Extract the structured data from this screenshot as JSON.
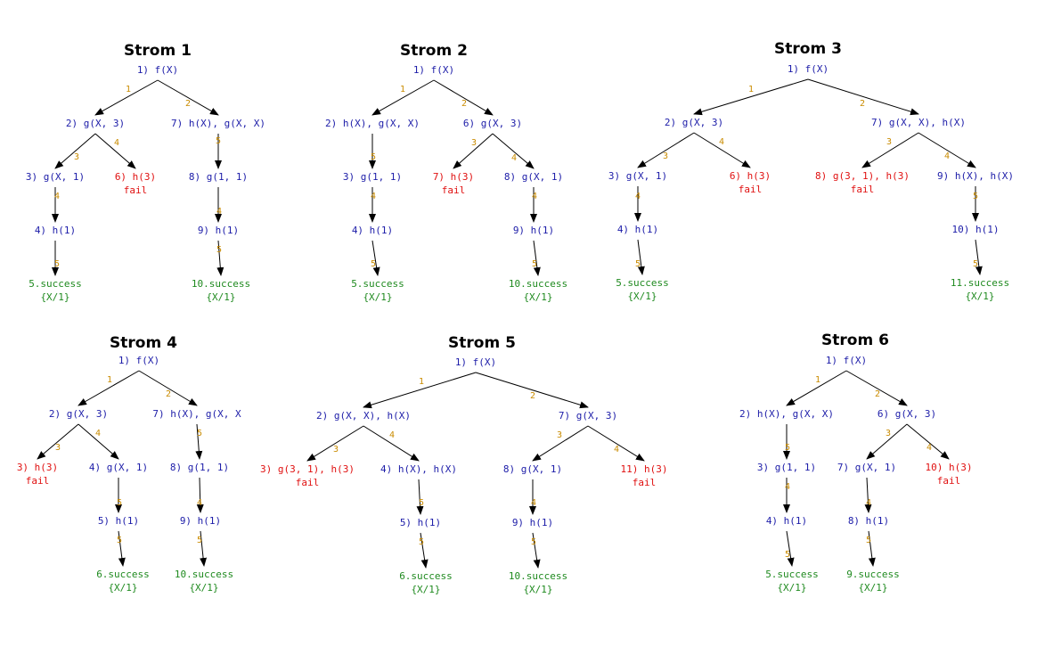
{
  "colors": {
    "goal": "#1c1ca8",
    "fail": "#e01010",
    "success": "#1f8a1f",
    "edge_label": "#c98b00",
    "edge": "#000000"
  },
  "trees": [
    {
      "title": "Strom 1",
      "nodes": [
        {
          "id": "a",
          "text": "1) f(X)",
          "color": "blue"
        },
        {
          "id": "b",
          "text": "2) g(X, 3)",
          "color": "blue"
        },
        {
          "id": "c",
          "text": "7) h(X), g(X, X)",
          "color": "blue"
        },
        {
          "id": "d",
          "text": "3) g(X, 1)",
          "color": "blue"
        },
        {
          "id": "e",
          "text": "6) h(3)",
          "color": "red",
          "sub": "fail"
        },
        {
          "id": "f",
          "text": "8) g(1, 1)",
          "color": "blue"
        },
        {
          "id": "g",
          "text": "4) h(1)",
          "color": "blue"
        },
        {
          "id": "h",
          "text": "9) h(1)",
          "color": "blue"
        },
        {
          "id": "i",
          "text": "5.success",
          "color": "green",
          "sub": "{X/1}"
        },
        {
          "id": "j",
          "text": "10.success",
          "color": "green",
          "sub": "{X/1}"
        }
      ],
      "edges": [
        {
          "from": "a",
          "to": "b",
          "label": "1"
        },
        {
          "from": "a",
          "to": "c",
          "label": "2"
        },
        {
          "from": "b",
          "to": "d",
          "label": "3"
        },
        {
          "from": "b",
          "to": "e",
          "label": "4"
        },
        {
          "from": "c",
          "to": "f",
          "label": "5"
        },
        {
          "from": "d",
          "to": "g",
          "label": "4"
        },
        {
          "from": "f",
          "to": "h",
          "label": "4"
        },
        {
          "from": "g",
          "to": "i",
          "label": "5"
        },
        {
          "from": "h",
          "to": "j",
          "label": "5"
        }
      ]
    },
    {
      "title": "Strom 2",
      "nodes": [
        {
          "id": "a",
          "text": "1) f(X)",
          "color": "blue"
        },
        {
          "id": "b",
          "text": "2) h(X), g(X, X)",
          "color": "blue"
        },
        {
          "id": "c",
          "text": "6) g(X, 3)",
          "color": "blue"
        },
        {
          "id": "d",
          "text": "3) g(1, 1)",
          "color": "blue"
        },
        {
          "id": "e",
          "text": "7) h(3)",
          "color": "red",
          "sub": "fail"
        },
        {
          "id": "f",
          "text": "8) g(X, 1)",
          "color": "blue"
        },
        {
          "id": "g",
          "text": "4) h(1)",
          "color": "blue"
        },
        {
          "id": "h",
          "text": "9) h(1)",
          "color": "blue"
        },
        {
          "id": "i",
          "text": "5.success",
          "color": "green",
          "sub": "{X/1}"
        },
        {
          "id": "j",
          "text": "10.success",
          "color": "green",
          "sub": "{X/1}"
        }
      ],
      "edges": [
        {
          "from": "a",
          "to": "b",
          "label": "1"
        },
        {
          "from": "a",
          "to": "c",
          "label": "2"
        },
        {
          "from": "b",
          "to": "d",
          "label": "5"
        },
        {
          "from": "c",
          "to": "e",
          "label": "3"
        },
        {
          "from": "c",
          "to": "f",
          "label": "4"
        },
        {
          "from": "d",
          "to": "g",
          "label": "4"
        },
        {
          "from": "f",
          "to": "h",
          "label": "4"
        },
        {
          "from": "g",
          "to": "i",
          "label": "5"
        },
        {
          "from": "h",
          "to": "j",
          "label": "5"
        }
      ]
    },
    {
      "title": "Strom 3",
      "nodes": [
        {
          "id": "a",
          "text": "1) f(X)",
          "color": "blue"
        },
        {
          "id": "b",
          "text": "2) g(X, 3)",
          "color": "blue"
        },
        {
          "id": "c",
          "text": "7) g(X, X), h(X)",
          "color": "blue"
        },
        {
          "id": "d",
          "text": "3) g(X, 1)",
          "color": "blue"
        },
        {
          "id": "e",
          "text": "6) h(3)",
          "color": "red",
          "sub": "fail"
        },
        {
          "id": "k",
          "text": "8) g(3, 1), h(3)",
          "color": "red",
          "sub": "fail"
        },
        {
          "id": "l",
          "text": "9) h(X), h(X)",
          "color": "blue"
        },
        {
          "id": "g",
          "text": "4) h(1)",
          "color": "blue"
        },
        {
          "id": "h",
          "text": "10) h(1)",
          "color": "blue"
        },
        {
          "id": "i",
          "text": "5.success",
          "color": "green",
          "sub": "{X/1}"
        },
        {
          "id": "j",
          "text": "11.success",
          "color": "green",
          "sub": "{X/1}"
        }
      ],
      "edges": [
        {
          "from": "a",
          "to": "b",
          "label": "1"
        },
        {
          "from": "a",
          "to": "c",
          "label": "2"
        },
        {
          "from": "b",
          "to": "d",
          "label": "3"
        },
        {
          "from": "b",
          "to": "e",
          "label": "4"
        },
        {
          "from": "c",
          "to": "k",
          "label": "3"
        },
        {
          "from": "c",
          "to": "l",
          "label": "4"
        },
        {
          "from": "d",
          "to": "g",
          "label": "4"
        },
        {
          "from": "l",
          "to": "h",
          "label": "5"
        },
        {
          "from": "g",
          "to": "i",
          "label": "5"
        },
        {
          "from": "h",
          "to": "j",
          "label": "5"
        }
      ]
    },
    {
      "title": "Strom 4",
      "nodes": [
        {
          "id": "a",
          "text": "1) f(X)",
          "color": "blue"
        },
        {
          "id": "b",
          "text": "2) g(X, 3)",
          "color": "blue"
        },
        {
          "id": "c",
          "text": "7) h(X), g(X, X",
          "color": "blue"
        },
        {
          "id": "d",
          "text": "3) h(3)",
          "color": "red",
          "sub": "fail"
        },
        {
          "id": "e",
          "text": "4) g(X, 1)",
          "color": "blue"
        },
        {
          "id": "f",
          "text": "8) g(1, 1)",
          "color": "blue"
        },
        {
          "id": "g",
          "text": "5) h(1)",
          "color": "blue"
        },
        {
          "id": "h",
          "text": "9) h(1)",
          "color": "blue"
        },
        {
          "id": "i",
          "text": "6.success",
          "color": "green",
          "sub": "{X/1}"
        },
        {
          "id": "j",
          "text": "10.success",
          "color": "green",
          "sub": "{X/1}"
        }
      ],
      "edges": [
        {
          "from": "a",
          "to": "b",
          "label": "1"
        },
        {
          "from": "a",
          "to": "c",
          "label": "2"
        },
        {
          "from": "b",
          "to": "d",
          "label": "3"
        },
        {
          "from": "b",
          "to": "e",
          "label": "4"
        },
        {
          "from": "c",
          "to": "f",
          "label": "5"
        },
        {
          "from": "e",
          "to": "g",
          "label": "5"
        },
        {
          "from": "f",
          "to": "h",
          "label": "4"
        },
        {
          "from": "g",
          "to": "i",
          "label": "5"
        },
        {
          "from": "h",
          "to": "j",
          "label": "5"
        }
      ]
    },
    {
      "title": "Strom 5",
      "nodes": [
        {
          "id": "a",
          "text": "1) f(X)",
          "color": "blue"
        },
        {
          "id": "b",
          "text": "2) g(X, X), h(X)",
          "color": "blue"
        },
        {
          "id": "c",
          "text": "7) g(X, 3)",
          "color": "blue"
        },
        {
          "id": "d",
          "text": "3) g(3, 1), h(3)",
          "color": "red",
          "sub": "fail"
        },
        {
          "id": "e",
          "text": "4) h(X), h(X)",
          "color": "blue"
        },
        {
          "id": "f",
          "text": "8) g(X, 1)",
          "color": "blue"
        },
        {
          "id": "k",
          "text": "11) h(3)",
          "color": "red",
          "sub": "fail"
        },
        {
          "id": "g",
          "text": "5) h(1)",
          "color": "blue"
        },
        {
          "id": "h",
          "text": "9) h(1)",
          "color": "blue"
        },
        {
          "id": "i",
          "text": "6.success",
          "color": "green",
          "sub": "{X/1}"
        },
        {
          "id": "j",
          "text": "10.success",
          "color": "green",
          "sub": "{X/1}"
        }
      ],
      "edges": [
        {
          "from": "a",
          "to": "b",
          "label": "1"
        },
        {
          "from": "a",
          "to": "c",
          "label": "2"
        },
        {
          "from": "b",
          "to": "d",
          "label": "3"
        },
        {
          "from": "b",
          "to": "e",
          "label": "4"
        },
        {
          "from": "c",
          "to": "f",
          "label": "3"
        },
        {
          "from": "c",
          "to": "k",
          "label": "4"
        },
        {
          "from": "e",
          "to": "g",
          "label": "5"
        },
        {
          "from": "f",
          "to": "h",
          "label": "4"
        },
        {
          "from": "g",
          "to": "i",
          "label": "5"
        },
        {
          "from": "h",
          "to": "j",
          "label": "5"
        }
      ]
    },
    {
      "title": "Strom 6",
      "nodes": [
        {
          "id": "a",
          "text": "1) f(X)",
          "color": "blue"
        },
        {
          "id": "b",
          "text": "2) h(X), g(X, X)",
          "color": "blue"
        },
        {
          "id": "c",
          "text": "6) g(X, 3)",
          "color": "blue"
        },
        {
          "id": "d",
          "text": "3) g(1, 1)",
          "color": "blue"
        },
        {
          "id": "e",
          "text": "7) g(X, 1)",
          "color": "blue"
        },
        {
          "id": "k",
          "text": "10) h(3)",
          "color": "red",
          "sub": "fail"
        },
        {
          "id": "g",
          "text": "4) h(1)",
          "color": "blue"
        },
        {
          "id": "h",
          "text": "8) h(1)",
          "color": "blue"
        },
        {
          "id": "i",
          "text": "5.success",
          "color": "green",
          "sub": "{X/1}"
        },
        {
          "id": "j",
          "text": "9.success",
          "color": "green",
          "sub": "{X/1}"
        }
      ],
      "edges": [
        {
          "from": "a",
          "to": "b",
          "label": "1"
        },
        {
          "from": "a",
          "to": "c",
          "label": "2"
        },
        {
          "from": "b",
          "to": "d",
          "label": "5"
        },
        {
          "from": "c",
          "to": "e",
          "label": "3"
        },
        {
          "from": "c",
          "to": "k",
          "label": "4"
        },
        {
          "from": "d",
          "to": "g",
          "label": "4"
        },
        {
          "from": "e",
          "to": "h",
          "label": "4"
        },
        {
          "from": "g",
          "to": "i",
          "label": "5"
        },
        {
          "from": "h",
          "to": "j",
          "label": "5"
        }
      ]
    }
  ]
}
